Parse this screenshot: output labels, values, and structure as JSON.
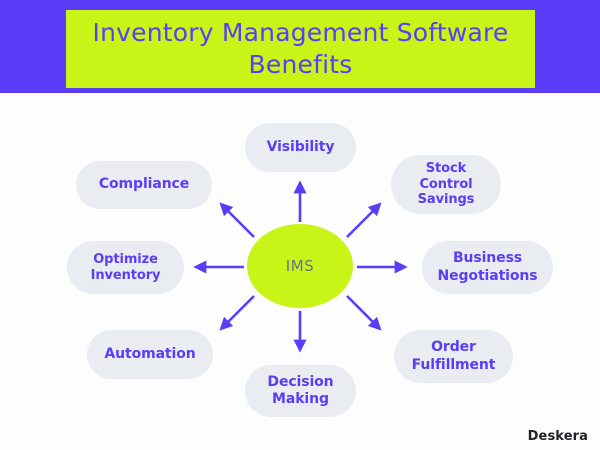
{
  "header": {
    "title": "Inventory Management Software\nBenefits",
    "band_color": "#5b3cf7",
    "box_color": "#c8f517",
    "title_color": "#5b3cf7"
  },
  "diagram": {
    "type": "radial-hub-and-spoke",
    "core": {
      "label": "IMS",
      "fill": "#c8f517",
      "text_color": "#6f6f8a"
    },
    "arrow_color": "#5b3cf7",
    "pill_fill": "#e9edf2",
    "pill_text_color": "#5b3cf7",
    "benefits": [
      {
        "id": "visibility",
        "label": "Visibility"
      },
      {
        "id": "compliance",
        "label": "Compliance"
      },
      {
        "id": "stock-control-savings",
        "label": "Stock\nControl\nSavings"
      },
      {
        "id": "optimize-inventory",
        "label": "Optimize\nInventory"
      },
      {
        "id": "business-negotiations",
        "label": "Business\nNegotiations"
      },
      {
        "id": "automation",
        "label": "Automation"
      },
      {
        "id": "order-fulfillment",
        "label": "Order\nFulfillment"
      },
      {
        "id": "decision-making",
        "label": "Decision\nMaking"
      }
    ]
  },
  "brand": {
    "name": "Deskera"
  }
}
